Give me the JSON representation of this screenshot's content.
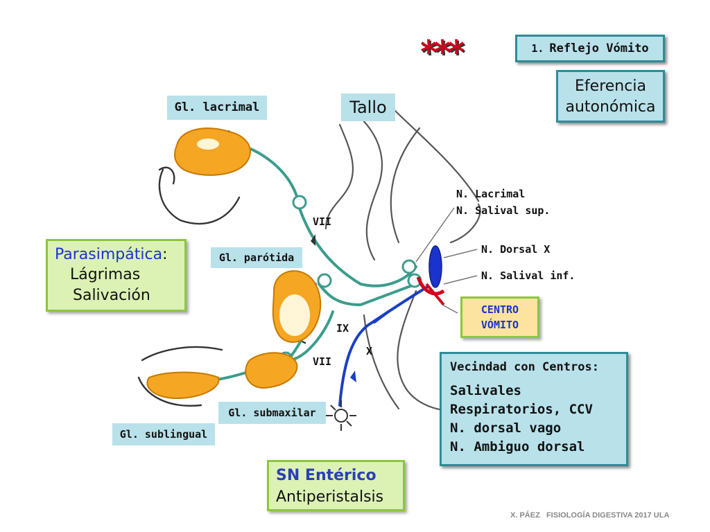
{
  "header": {
    "stars": "***",
    "title_number": "1.",
    "title": "Reflejo Vómito",
    "efferent_line1": "Eferencia",
    "efferent_line2": "autonómica"
  },
  "glands": {
    "lacrimal": "Gl. lacrimal",
    "parotid": "Gl. parótida",
    "submaxillar": "Gl. submaxilar",
    "sublingual": "Gl. sublingual"
  },
  "brainstem": {
    "label": "Tallo"
  },
  "nerves": {
    "vii_upper": "VII",
    "ix": "IX",
    "vii_lower": "VII",
    "x": "X"
  },
  "nuclei": {
    "lacrimal": "N. Lacrimal",
    "salival_sup": "N. Salival sup.",
    "dorsal_x": "N. Dorsal X",
    "salival_inf": "N. Salival inf."
  },
  "center": {
    "line1": "CENTRO",
    "line2": "VÓMITO"
  },
  "parasympathetic": {
    "title": "Parasimpática",
    "colon": ":",
    "item1": "Lágrimas",
    "item2": "Salivación"
  },
  "neighborhood": {
    "title": "Vecindad con Centros:",
    "items": [
      "Salivales",
      "Respiratorios, CCV",
      "N. dorsal vago",
      "N. Ambiguo dorsal"
    ]
  },
  "enteric": {
    "line1": "SN Entérico",
    "line2": "Antiperistalsis"
  },
  "footer": {
    "credit": "X. PÁEZ   FISIOLOGÍA DIGESTIVA 2017 ULA"
  },
  "colors": {
    "teal_border": "#2e8c97",
    "teal_fill": "#b9e1ea",
    "green_border": "#8cc63f",
    "green_fill": "#dcf2b4",
    "nerve_teal": "#3c9c8c",
    "nerve_blue": "#1a3fc4",
    "gland_orange": "#f5a623",
    "star_red": "#d0021b",
    "parasympathetic_blue": "#1a33cc",
    "enteric_blue": "#2a3fb8"
  }
}
